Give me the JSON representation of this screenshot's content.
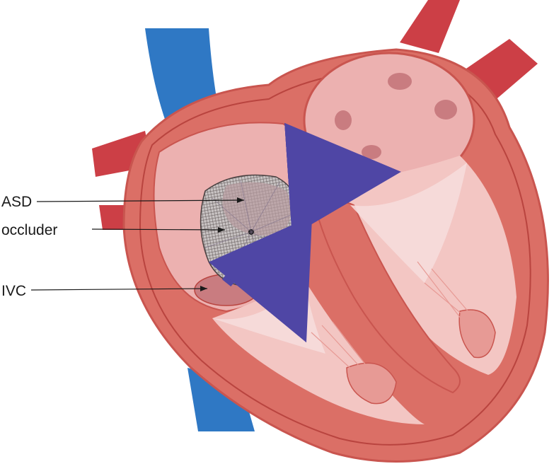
{
  "labels": {
    "asd": "ASD",
    "occluder": "occluder",
    "ivc": "IVC"
  },
  "colors": {
    "background": "#ffffff",
    "vein_blue": "#2f78c4",
    "artery_red": "#cc3f46",
    "myocardium": "#db6f66",
    "myocardium_dark": "#c9554f",
    "chamber_pink": "#ecb1b0",
    "chamber_light": "#f3c6c3",
    "valve_white": "#f6dcdc",
    "flow_arrow": "#4f46a5",
    "leader_line": "#1a1a1a",
    "occluder_mesh": "#4a4040"
  }
}
